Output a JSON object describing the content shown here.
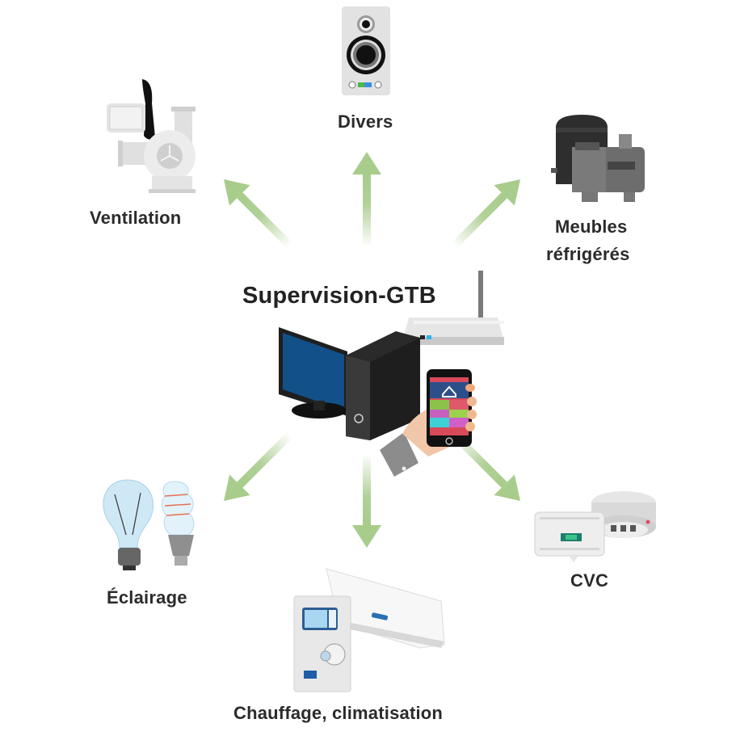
{
  "diagram": {
    "center": {
      "title": "Supervision-GTB",
      "icons": [
        "desktop-computer-icon",
        "wifi-router-icon",
        "smartphone-in-hand-icon"
      ]
    },
    "arrow_color": "#a8cc8c",
    "nodes": [
      {
        "id": "divers",
        "label": "Divers",
        "icon": "speaker-icon",
        "direction": "up"
      },
      {
        "id": "ventilation",
        "label": "Ventilation",
        "icon": "fan-blower-icon",
        "direction": "up-left"
      },
      {
        "id": "meubles",
        "label_line1": "Meubles",
        "label_line2": "réfrigérés",
        "icon": "compressor-icon",
        "direction": "up-right"
      },
      {
        "id": "eclairage",
        "label": "Éclairage",
        "icon": "light-bulbs-icon",
        "direction": "down-left"
      },
      {
        "id": "chauffage",
        "label": "Chauffage, climatisation",
        "icon": "boiler-air-conditioner-icon",
        "direction": "down"
      },
      {
        "id": "cvc",
        "label": "CVC",
        "icon": "thermostat-smoke-detector-icon",
        "direction": "down-right"
      }
    ]
  }
}
